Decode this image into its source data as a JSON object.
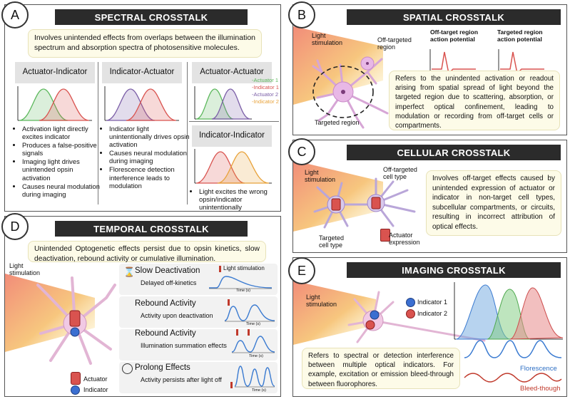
{
  "panelA": {
    "letter": "A",
    "title": "SPECTRAL CROSSTALK",
    "description": "Involves unintended effects from overlaps between the illumination spectrum and absorption spectra of photosensitive molecules.",
    "col1": {
      "title": "Actuator-Indicator",
      "bullets": [
        "Activation light directly excites indicator",
        "Produces a false-positive signals",
        "Imaging light drives unintended opsin activation",
        "Causes neural modulation during imaging"
      ]
    },
    "col2": {
      "title": "Indicator-Actuator",
      "bullets": [
        "Indicator light unintentionally drives opsin activation",
        "Causes neural modulation during imaging",
        "Florescence detection interference leads to modulation"
      ]
    },
    "col3": {
      "title": "Actuator-Actuator"
    },
    "col4": {
      "title": "Indicator-Indicator",
      "bullets": [
        "Light excites the wrong opsin/indicator unintentionally"
      ]
    },
    "legend": [
      "-Actuator 1",
      "-Indicator 1",
      "-Actuator 2",
      "-Indicator 2"
    ],
    "colors": {
      "green": "#5cb85c",
      "red": "#d9534f",
      "purple": "#7b5ea7",
      "orange": "#e8a23a"
    }
  },
  "panelB": {
    "letter": "B",
    "title": "SPATIAL CROSSTALK",
    "light": "Light stimulation",
    "offTarget": "Off-targeted region",
    "targeted": "Targeted region",
    "ap1": "Off-target region action potential",
    "ap2": "Targeted region action potential",
    "description": "Refers to the unindented activation or readout arising from spatial spread of light beyond the targeted region due to scattering, absorption, or imperfect optical confinement, leading to modulation or recording from off-target cells or compartments."
  },
  "panelC": {
    "letter": "C",
    "title": "CELLULAR CROSSTALK",
    "light": "Light stimulation",
    "offTarget": "Off-targeted cell type",
    "targeted": "Targeted cell type",
    "actuator": "Actuator expression",
    "description": "Involves off-target effects caused by unintended expression of actuator or indicator in non-target cell types, subcellular compartments, or circuits, resulting in incorrect attribution of optical effects."
  },
  "panelD": {
    "letter": "D",
    "title": "TEMPORAL CROSSTALK",
    "description": "Unintended Optogenetic effects persist due to opsin kinetics, slow deactivation, rebound activity or cumulative illumination.",
    "light": "Light stimulation",
    "rows": [
      {
        "title": "Slow Deactivation",
        "sub": "Delayed off-kinetics"
      },
      {
        "title": "Rebound Activity",
        "sub": "Activity upon deactivation"
      },
      {
        "title": "Rebound Activity",
        "sub": "Illumination summation effects"
      },
      {
        "title": "Prolong Effects",
        "sub": "Activity persists after light off"
      }
    ],
    "stimLabel": "Light stimulation",
    "timeLabel": "Time (s)",
    "legend": {
      "actuator": "Actuator",
      "indicator": "Indicator"
    }
  },
  "panelE": {
    "letter": "E",
    "title": "IMAGING CROSSTALK",
    "light": "Light stimulation",
    "ind1": "Indicator 1",
    "ind2": "Indicator 2",
    "description": "Refers to spectral or detection interference between multiple optical indicators. For example, excitation or emission bleed-through between fluorophores.",
    "fluor": "Florescence",
    "bleed": "Bleed-though"
  }
}
